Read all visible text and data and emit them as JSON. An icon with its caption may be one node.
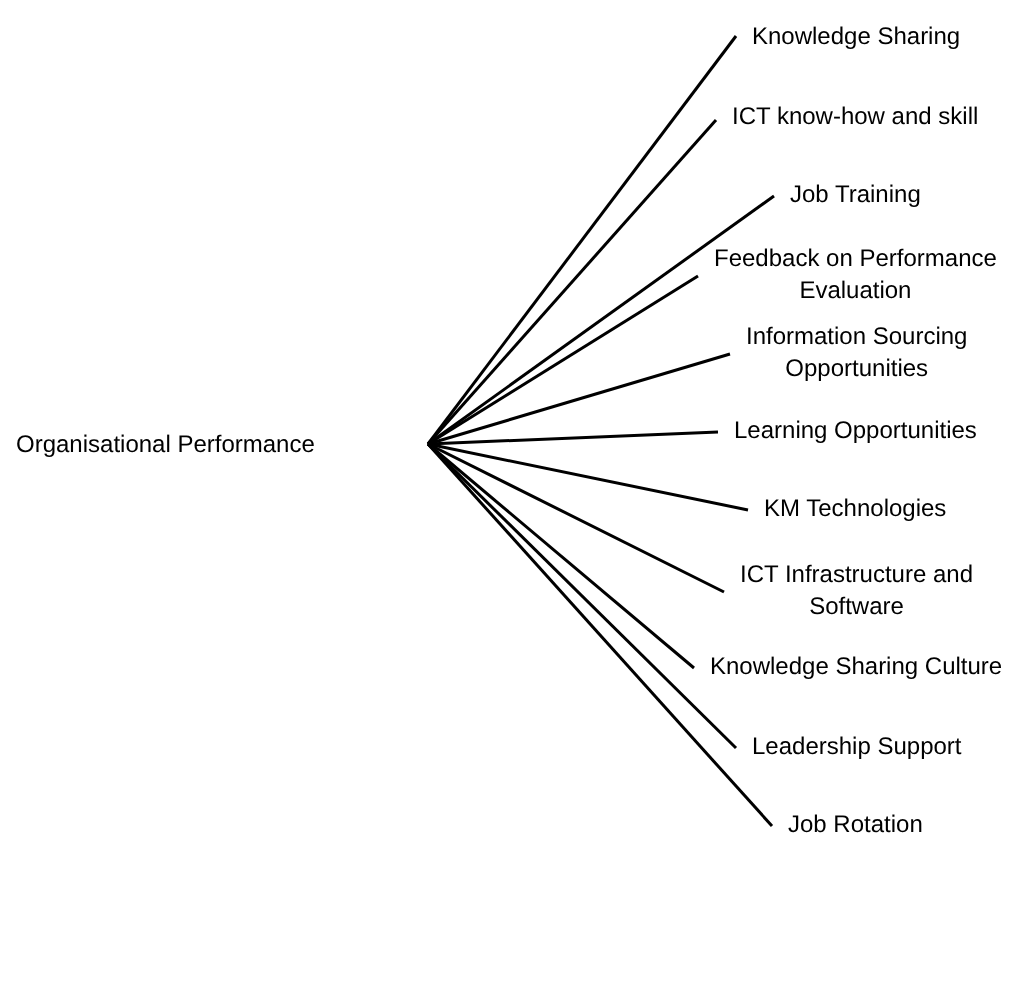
{
  "diagram": {
    "nodes": [
      {
        "text": [
          "Organisational Performance"
        ]
      },
      {
        "text": [
          "Knowledge Sharing"
        ]
      },
      {
        "text": [
          "ICT know-how and skill"
        ]
      },
      {
        "text": [
          "Job Training"
        ]
      },
      {
        "text": [
          "Feedback on Performance Evaluation"
        ]
      },
      {
        "text": [
          "Information Sourcing Opportunities"
        ]
      },
      {
        "text": [
          "Learning Opportunities"
        ]
      },
      {
        "text": [
          "KM Technologies"
        ]
      },
      {
        "text": [
          "ICT Infrastructure and Software"
        ]
      },
      {
        "text": [
          "Knowledge Sharing Culture"
        ]
      },
      {
        "text": [
          "Leadership Support"
        ]
      },
      {
        "text": [
          "Job Rotation"
        ]
      }
    ],
    "edges": [
      {
        "from": 0,
        "to": 1,
        "arrow": "none"
      },
      {
        "from": 0,
        "to": 2,
        "arrow": "none"
      },
      {
        "from": 0,
        "to": 3,
        "arrow": "none"
      },
      {
        "from": 0,
        "to": 4,
        "arrow": "none"
      },
      {
        "from": 0,
        "to": 5,
        "arrow": "none"
      },
      {
        "from": 0,
        "to": 6,
        "arrow": "none"
      },
      {
        "from": 0,
        "to": 7,
        "arrow": "none"
      },
      {
        "from": 0,
        "to": 8,
        "arrow": "none"
      },
      {
        "from": 0,
        "to": 9,
        "arrow": "none"
      },
      {
        "from": 0,
        "to": 10,
        "arrow": "none"
      },
      {
        "from": 0,
        "to": 11,
        "arrow": "none"
      }
    ]
  }
}
